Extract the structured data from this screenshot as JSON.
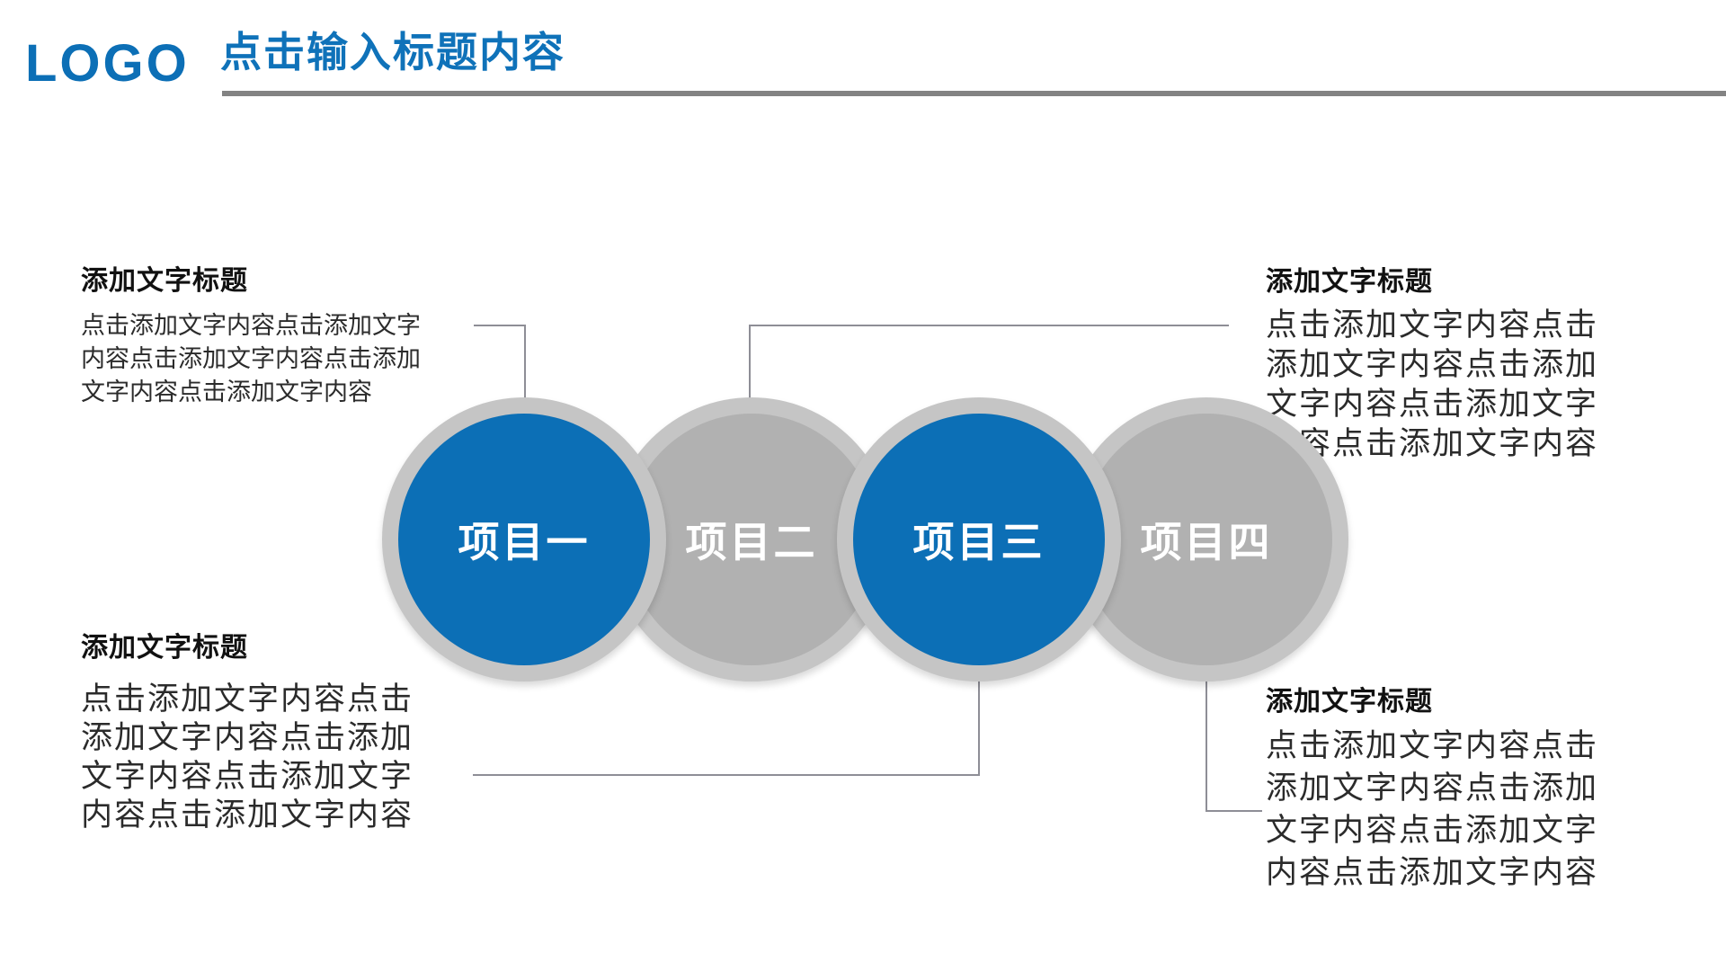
{
  "header": {
    "logo": "LOGO",
    "title": "点击输入标题内容"
  },
  "colors": {
    "brand_blue": "#0c6fb6",
    "title_blue": "#0f72b9",
    "circle_ring_gray": "#c5c5c5",
    "circle_fill_gray": "#b1b1b1",
    "circle_fill_blue": "#0c6fb6",
    "header_rule_gray": "#838383",
    "connector_gray": "#8e8e96",
    "body_text": "#2b2b2b"
  },
  "circles": [
    {
      "label": "项目一",
      "variant": "blue"
    },
    {
      "label": "项目二",
      "variant": "gray"
    },
    {
      "label": "项目三",
      "variant": "blue"
    },
    {
      "label": "项目四",
      "variant": "gray"
    }
  ],
  "blocks": {
    "top_left": {
      "title": "添加文字标题",
      "lines": [
        "点击添加文字内容点击添加文字",
        "内容点击添加文字内容点击添加",
        "文字内容点击添加文字内容"
      ]
    },
    "top_right": {
      "title": "添加文字标题",
      "lines": [
        "点击添加文字内容点击",
        "添加文字内容点击添加",
        "文字内容点击添加文字",
        "内容点击添加文字内容"
      ]
    },
    "bottom_left": {
      "title": "添加文字标题",
      "lines": [
        "点击添加文字内容点击",
        "添加文字内容点击添加",
        "文字内容点击添加文字",
        "内容点击添加文字内容"
      ]
    },
    "bottom_right": {
      "title": "添加文字标题",
      "lines": [
        "点击添加文字内容点击",
        "添加文字内容点击添加",
        "文字内容点击添加文字",
        "内容点击添加文字内容"
      ]
    }
  }
}
